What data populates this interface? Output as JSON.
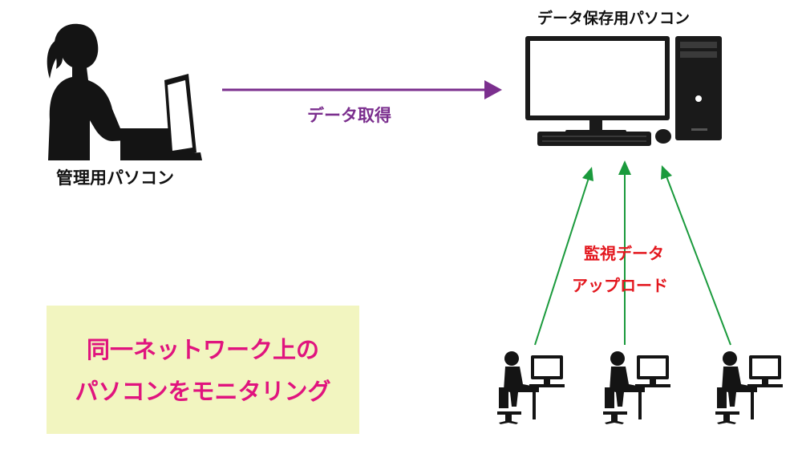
{
  "nodes": {
    "admin_pc": "管理用パソコン",
    "storage_pc": "データ保存用パソコン"
  },
  "edges": {
    "fetch": "データ取得",
    "upload_line1": "監視データ",
    "upload_line2": "アップロード"
  },
  "note": {
    "line1": "同一ネットワーク上の",
    "line2": "パソコンをモニタリング"
  },
  "colors": {
    "fetch_arrow": "#7b2f8e",
    "upload_arrow": "#1a9a3c",
    "upload_text": "#e3171e",
    "note_text": "#e0147e",
    "note_bg": "#f2f5c0"
  }
}
